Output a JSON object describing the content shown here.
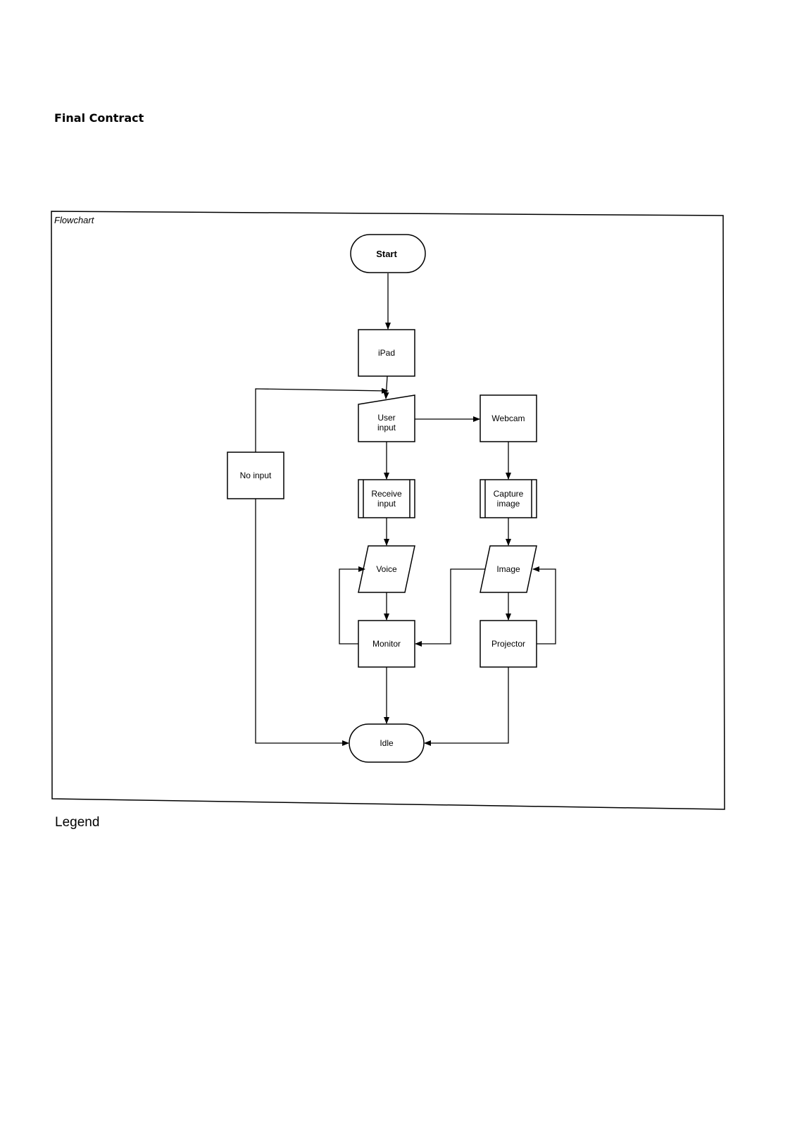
{
  "page": {
    "title": "Final Contract",
    "legend_label": "Legend"
  },
  "diagram": {
    "frame_label": "Flowchart",
    "nodes": {
      "start": "Start",
      "ipad": "iPad",
      "user_input_line1": "User",
      "user_input_line2": "input",
      "webcam": "Webcam",
      "no_input": "No input",
      "receive_input_line1": "Receive",
      "receive_input_line2": "input",
      "capture_image_line1": "Capture",
      "capture_image_line2": "image",
      "voice": "Voice",
      "image": "Image",
      "monitor": "Monitor",
      "projector": "Projector",
      "idle": "Idle"
    },
    "edges": [
      {
        "from": "start",
        "to": "ipad"
      },
      {
        "from": "ipad",
        "to": "user_input"
      },
      {
        "from": "user_input",
        "to": "webcam"
      },
      {
        "from": "user_input",
        "to": "receive_input"
      },
      {
        "from": "webcam",
        "to": "capture_image"
      },
      {
        "from": "receive_input",
        "to": "voice"
      },
      {
        "from": "capture_image",
        "to": "image"
      },
      {
        "from": "voice",
        "to": "monitor"
      },
      {
        "from": "monitor",
        "to": "voice"
      },
      {
        "from": "image",
        "to": "monitor"
      },
      {
        "from": "image",
        "to": "projector"
      },
      {
        "from": "projector",
        "to": "image"
      },
      {
        "from": "monitor",
        "to": "idle"
      },
      {
        "from": "projector",
        "to": "idle"
      },
      {
        "from": "no_input",
        "to": "idle"
      },
      {
        "from": "no_input",
        "to": "user_input"
      }
    ]
  }
}
